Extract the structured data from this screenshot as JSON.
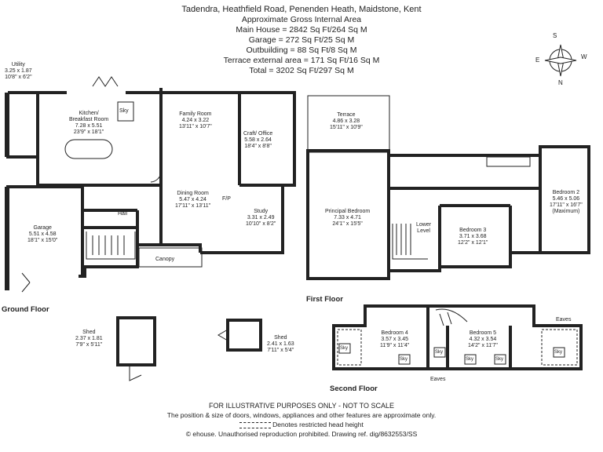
{
  "header": {
    "address": "Tadendra, Heathfield Road, Penenden Heath, Maidstone, Kent",
    "area_title": "Approximate Gross Internal Area",
    "lines": [
      "Main House = 2842 Sq Ft/264 Sq M",
      "Garage = 272 Sq Ft/25 Sq M",
      "Outbuilding = 88 Sq Ft/8 Sq M",
      "Terrace external area = 171 Sq Ft/16 Sq M",
      "Total = 3202 Sq Ft/297 Sq M"
    ]
  },
  "compass": {
    "n": "N",
    "s": "S",
    "e": "E",
    "w": "W"
  },
  "floors": {
    "ground": "Ground Floor",
    "first": "First Floor",
    "second": "Second Floor"
  },
  "rooms": {
    "utility": [
      "Utility",
      "3.25 x 1.87",
      "10'8\" x 6'2\""
    ],
    "kitchen": [
      "Kitchen/",
      "Breakfast Room",
      "7.28 x 5.51",
      "23'9\" x 18'1\""
    ],
    "family": [
      "Family Room",
      "4.24 x 3.22",
      "13'11\" x 10'7\""
    ],
    "craft": [
      "Craft/ Office",
      "5.58 x 2.64",
      "18'4\" x 8'8\""
    ],
    "dining": [
      "Dining Room",
      "5.47 x 4.24",
      "17'11\" x 13'11\""
    ],
    "study": [
      "Study",
      "3.31 x 2.49",
      "10'10\" x 8'2\""
    ],
    "garage": [
      "Garage",
      "5.51 x 4.58",
      "18'1\" x 15'0\""
    ],
    "terrace": [
      "Terrace",
      "4.86 x 3.28",
      "15'11\" x 10'9\""
    ],
    "principal": [
      "Principal Bedroom",
      "7.33 x 4.71",
      "24'1\" x 15'5\""
    ],
    "bed2": [
      "Bedroom 2",
      "5.46 x 5.06",
      "17'11\" x 16'7\"",
      "(Maximum)"
    ],
    "bed3": [
      "Bedroom 3",
      "3.71 x 3.68",
      "12'2\" x 12'1\""
    ],
    "bed4": [
      "Bedroom 4",
      "3.57 x 3.45",
      "11'9\" x 11'4\""
    ],
    "bed5": [
      "Bedroom 5",
      "4.32 x 3.54",
      "14'2\" x 11'7\""
    ],
    "shed1": [
      "Shed",
      "2.37 x 1.81",
      "7'9\" x 5'11\""
    ],
    "shed2": [
      "Shed",
      "2.41 x 1.63",
      "7'11\" x 5'4\""
    ]
  },
  "small_labels": {
    "hall": "Hall",
    "canopy": "Canopy",
    "lower_level": [
      "Lower",
      "Level"
    ],
    "fp": "F/P",
    "sky": "Sky",
    "eaves": "Eaves"
  },
  "footer": {
    "disclaimer": "FOR ILLUSTRATIVE PURPOSES ONLY - NOT TO SCALE",
    "note": "The position & size of doors, windows, appliances and other features are approximate only.",
    "legend": "Denotes restricted head height",
    "copyright": "© ehouse. Unauthorised reproduction prohibited. Drawing ref. dig/8632553/SS"
  }
}
